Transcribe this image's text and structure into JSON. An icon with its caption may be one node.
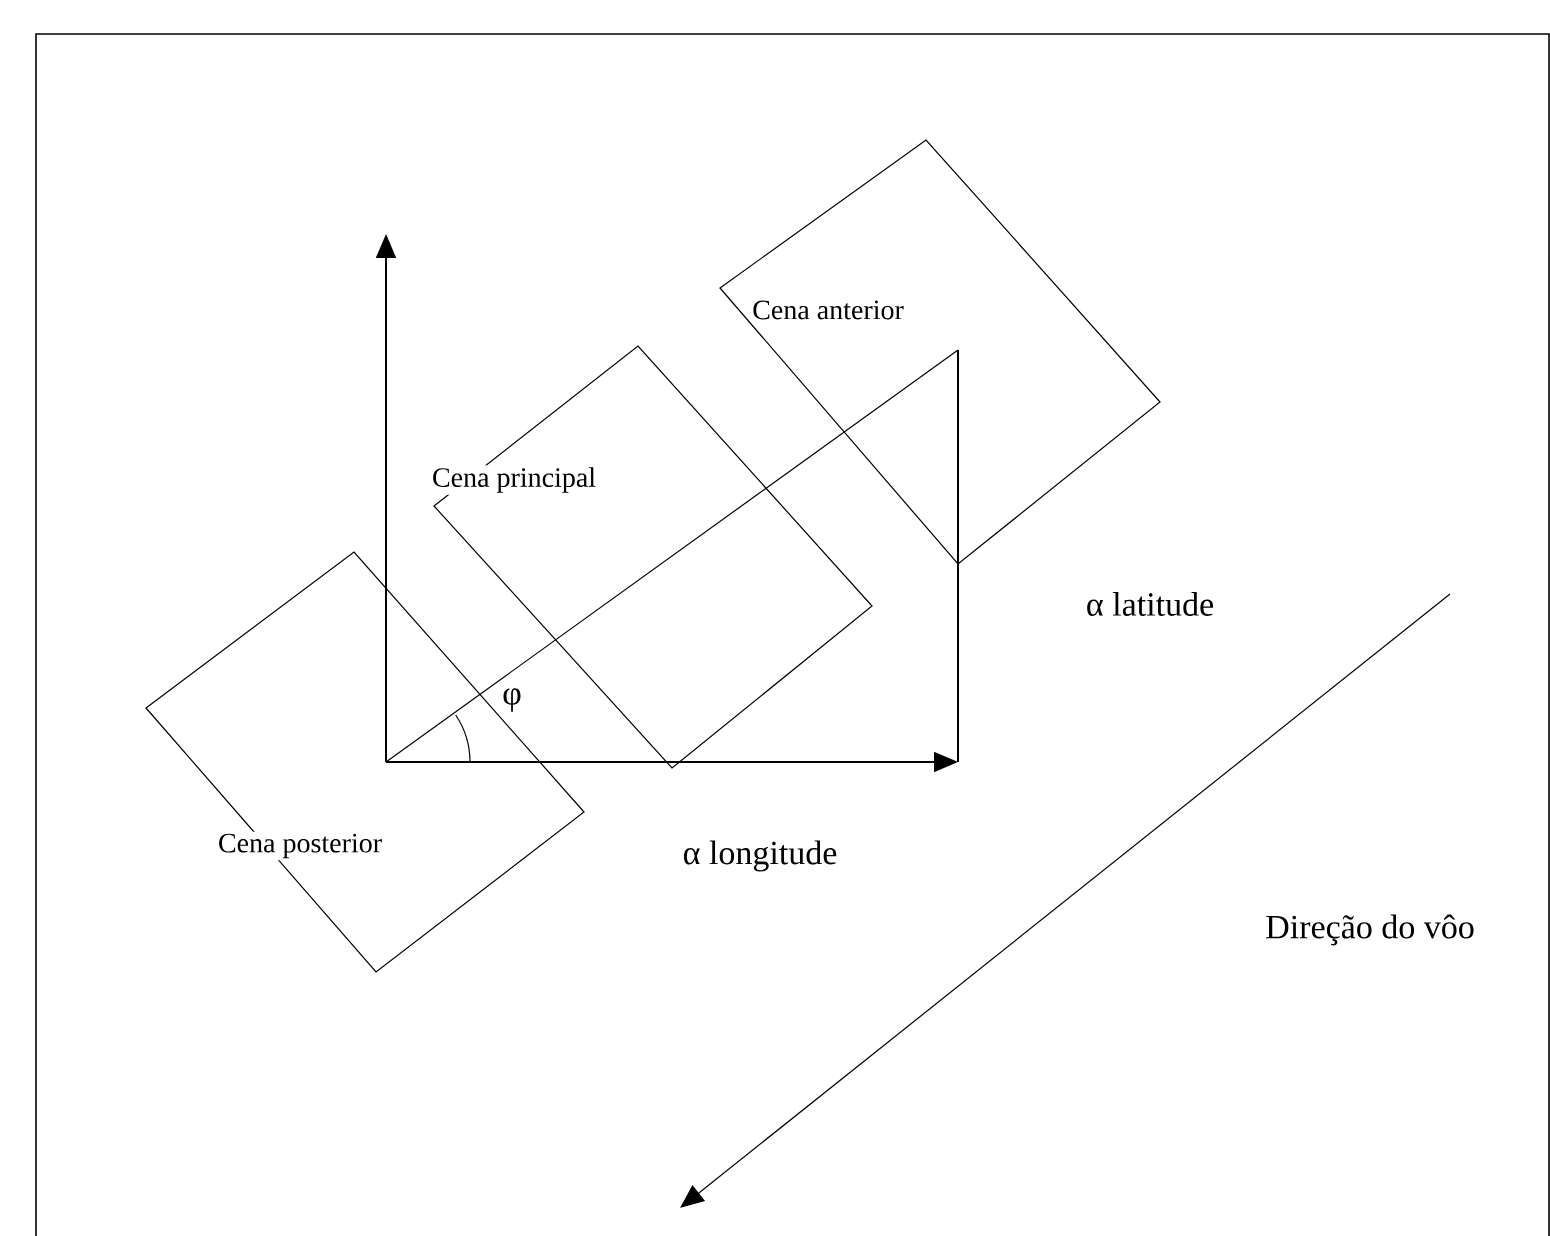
{
  "diagram": {
    "nodes": [
      {
        "text": [
          "Cena anterior"
        ]
      },
      {
        "text": [
          "Cena principal"
        ]
      },
      {
        "text": [
          "Cena posterior"
        ]
      }
    ],
    "labels": [
      "α latitude",
      "φ",
      "α longitude",
      "Direção do vôo"
    ]
  }
}
